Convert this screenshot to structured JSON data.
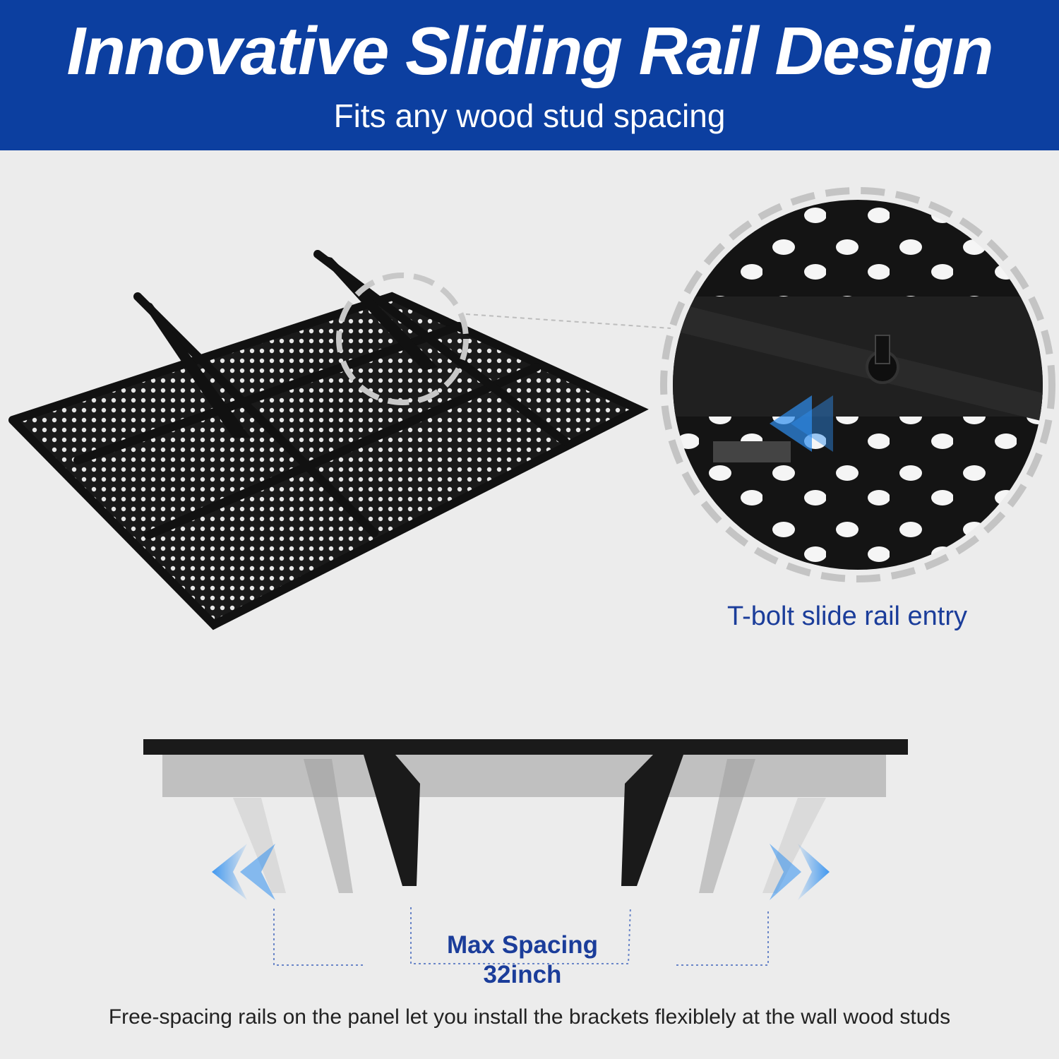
{
  "header": {
    "title": "Innovative Sliding Rail Design",
    "subtitle": "Fits any wood stud spacing"
  },
  "callout": {
    "caption": "T-bolt slide rail entry"
  },
  "spacing": {
    "label_line1": "Max Spacing",
    "label_line2": "32inch"
  },
  "footer": {
    "caption": "Free-spacing rails on the panel let you install the brackets flexiblely at the wall wood studs"
  },
  "colors": {
    "banner": "#0c3fa0",
    "accent_text": "#1b3d9a",
    "arrow": "#2f8ff0",
    "metal": "#1a1a1a"
  }
}
